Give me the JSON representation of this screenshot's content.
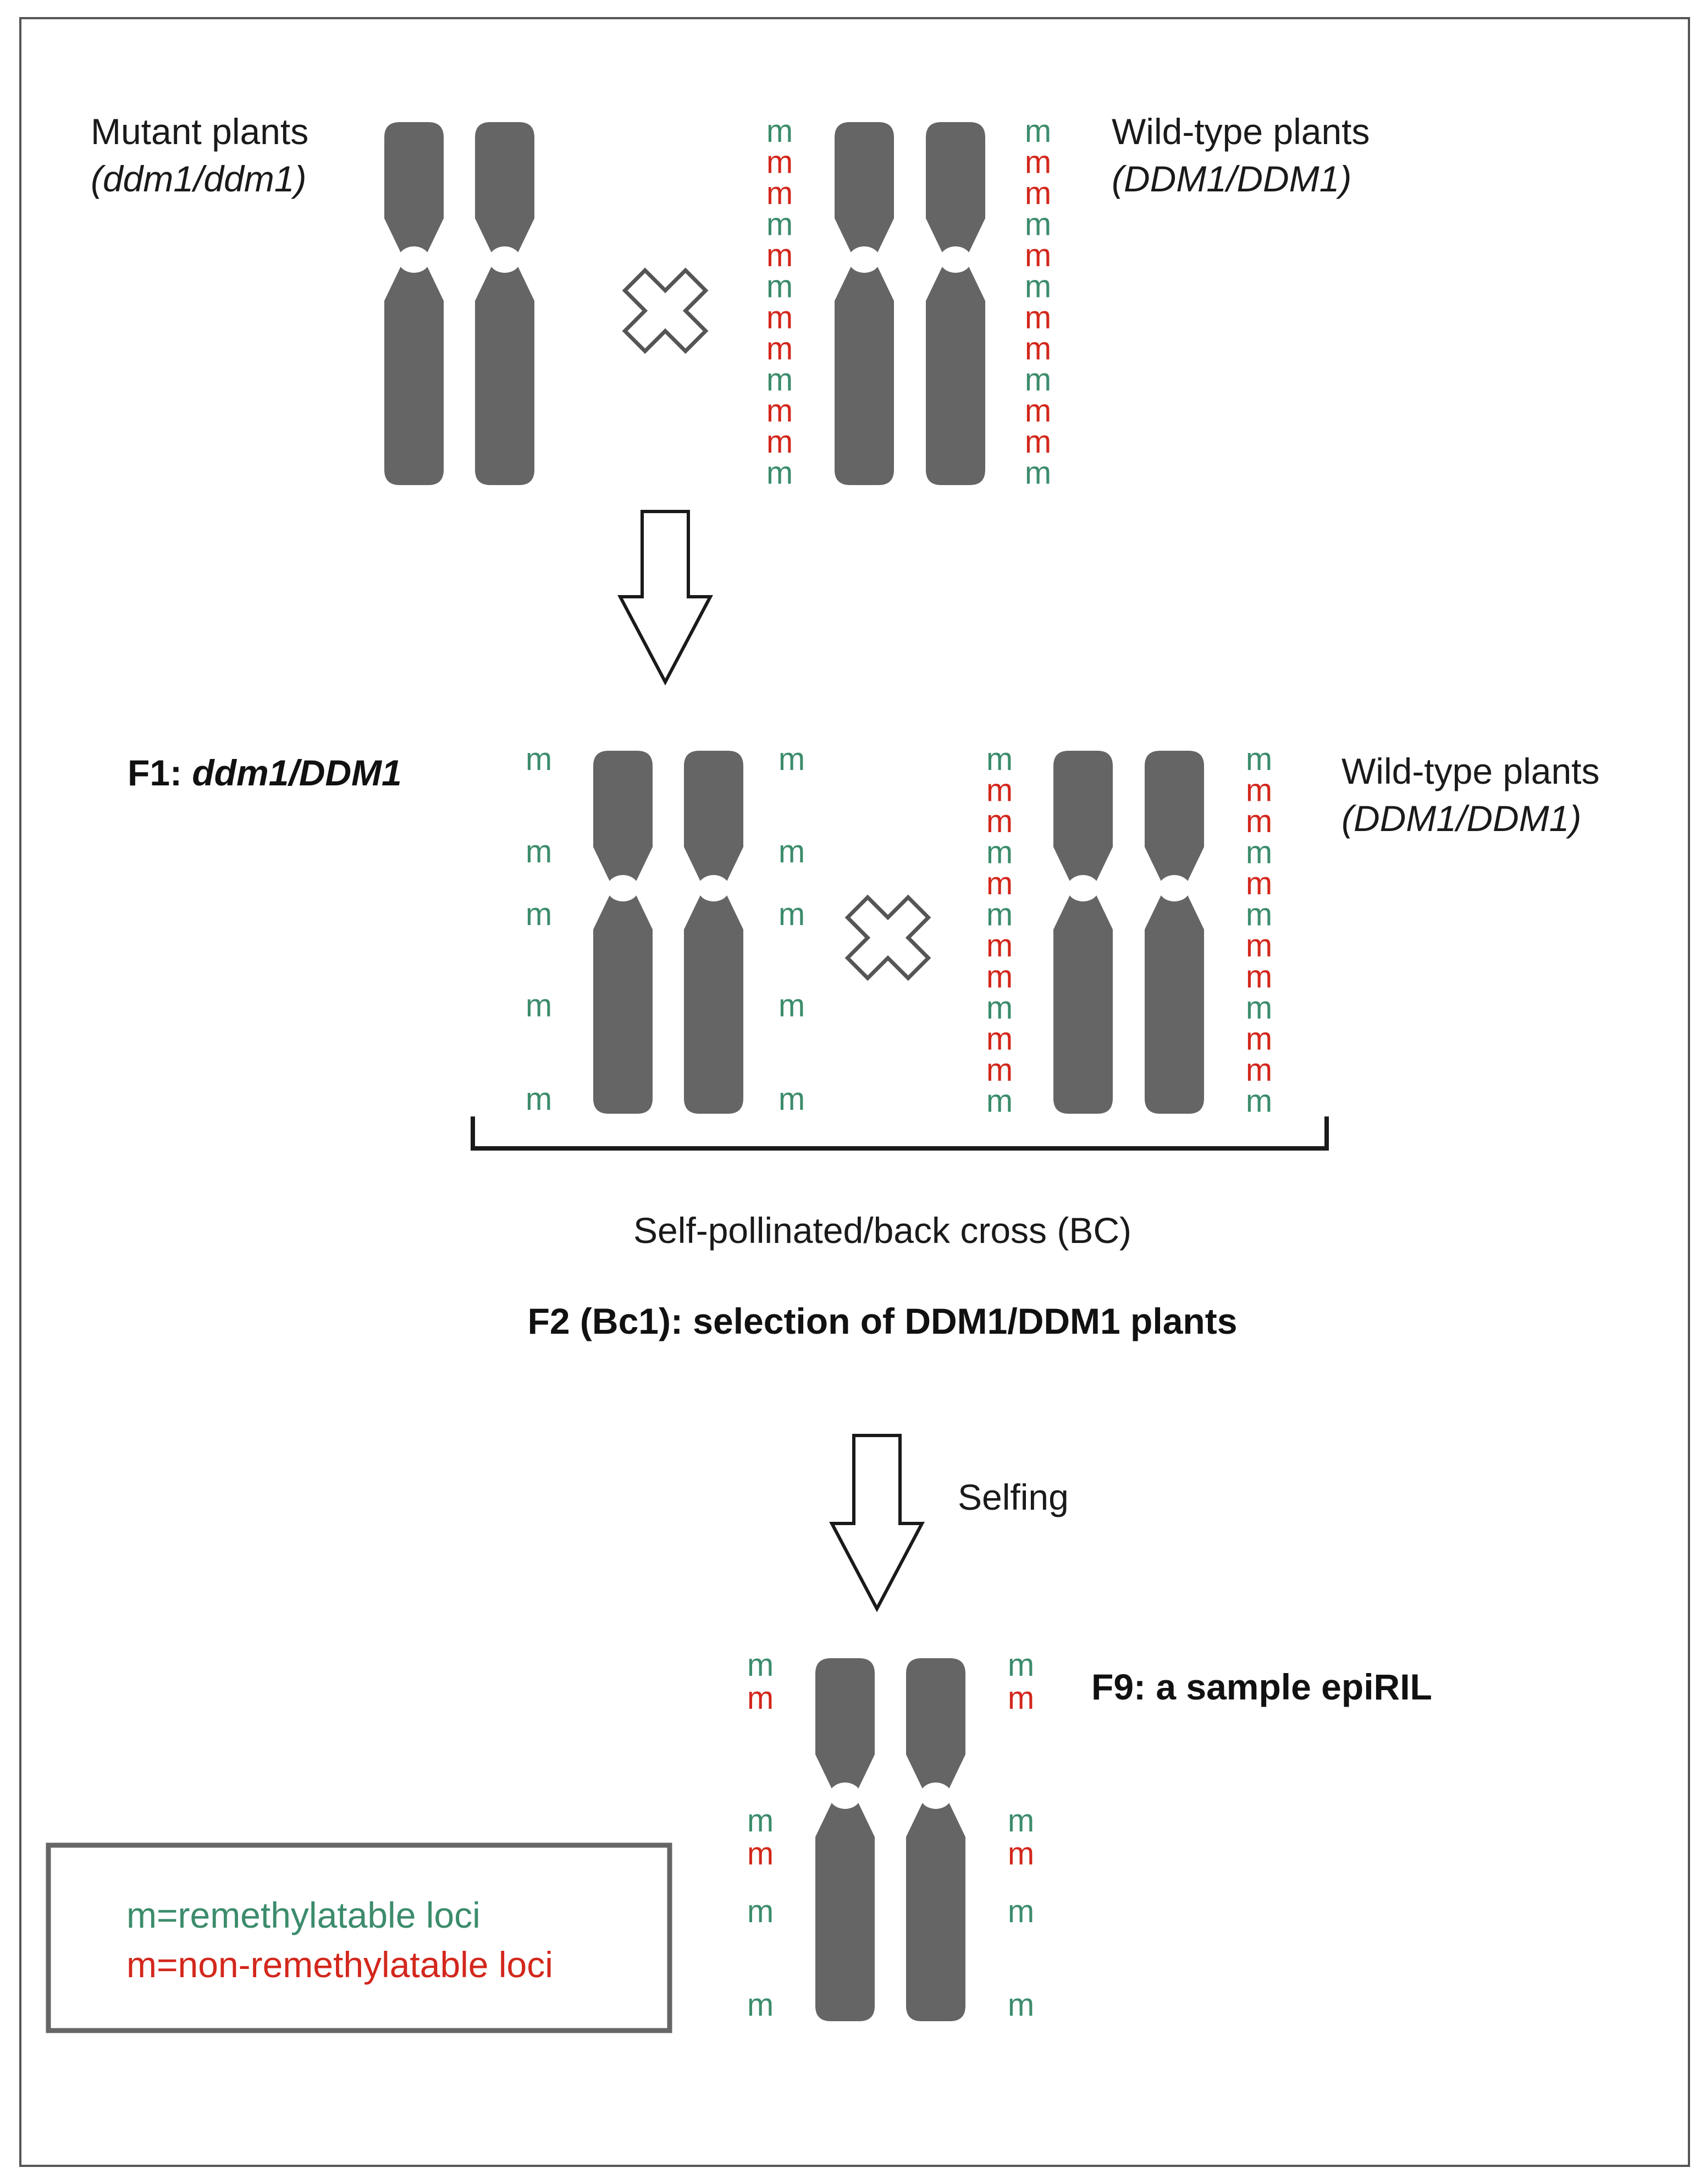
{
  "colors": {
    "remethylatable": "#3c8c6c",
    "non_remethylatable": "#d3271c",
    "chromosome": "#656565",
    "frame": "#555555"
  },
  "marker_letter": "m",
  "parents": {
    "mutant_title": "Mutant plants",
    "mutant_genotype": "(ddm1/ddm1)",
    "wildtype_title": "Wild-type plants",
    "wildtype_genotype": "(DDM1/DDM1)"
  },
  "f1": {
    "label_prefix": "F1: ",
    "label_genotype": "ddm1/DDM1",
    "wildtype_title": "Wild-type plants",
    "wildtype_genotype": "(DDM1/DDM1)"
  },
  "cross_text": "Self-pollinated/back cross (BC)",
  "f2_label": "F2 (Bc1): selection of DDM1/DDM1 plants",
  "selfing_label": "Selfing",
  "f9_label": "F9: a sample epiRIL",
  "legend": {
    "remethylatable": "m=remethylatable loci",
    "non_remethylatable": "m=non-remethylatable loci"
  },
  "marker_sets": {
    "wildtype_full": [
      "g",
      "r",
      "r",
      "g",
      "r",
      "g",
      "r",
      "r",
      "g",
      "r",
      "r",
      "g"
    ],
    "f1_sparse": [
      "g",
      "g",
      "g",
      "g",
      "g"
    ],
    "f9": [
      "g",
      "r",
      "g",
      "r",
      "g",
      "g"
    ]
  }
}
